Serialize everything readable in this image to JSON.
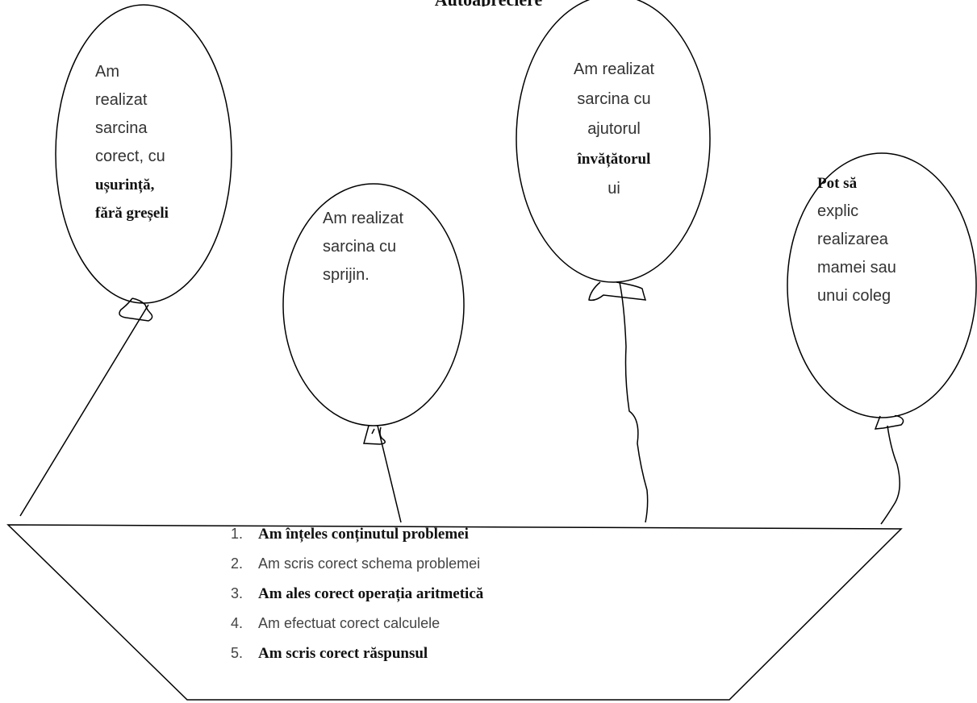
{
  "title": "Autoapreciere",
  "balloons": [
    {
      "lines": [
        {
          "text": "Am",
          "bold": false
        },
        {
          "text": "realizat",
          "bold": false
        },
        {
          "text": "sarcina",
          "bold": false
        },
        {
          "text": "corect, cu",
          "bold": false
        },
        {
          "text": "ușurință,",
          "bold": true
        },
        {
          "text": "fără greșeli",
          "bold": true
        }
      ]
    },
    {
      "lines": [
        {
          "text": "Am realizat",
          "bold": false
        },
        {
          "text": "sarcina cu",
          "bold": false
        },
        {
          "text": "sprijin.",
          "bold": false
        }
      ]
    },
    {
      "lines": [
        {
          "text": "Am realizat",
          "bold": false
        },
        {
          "text": "sarcina cu",
          "bold": false
        },
        {
          "text": "ajutorul",
          "bold": false
        },
        {
          "text": "învățătorul",
          "bold": true
        },
        {
          "text": "ui",
          "bold": false
        }
      ]
    },
    {
      "lines": [
        {
          "text": "Pot să",
          "bold": true
        },
        {
          "text": "explic",
          "bold": false
        },
        {
          "text": "realizarea",
          "bold": false
        },
        {
          "text": "mamei sau",
          "bold": false
        },
        {
          "text": "unui coleg",
          "bold": false
        }
      ]
    }
  ],
  "basket_items": [
    {
      "num": "1.",
      "text": "Am înțeles conținutul problemei",
      "bold": true
    },
    {
      "num": "2.",
      "text": "Am scris corect schema problemei",
      "bold": false
    },
    {
      "num": "3.",
      "text": "Am ales corect operația aritmetică",
      "bold": true
    },
    {
      "num": "4.",
      "text": "Am efectuat corect calculele",
      "bold": false
    },
    {
      "num": "5.",
      "text": "Am scris corect răspunsul",
      "bold": true
    }
  ]
}
